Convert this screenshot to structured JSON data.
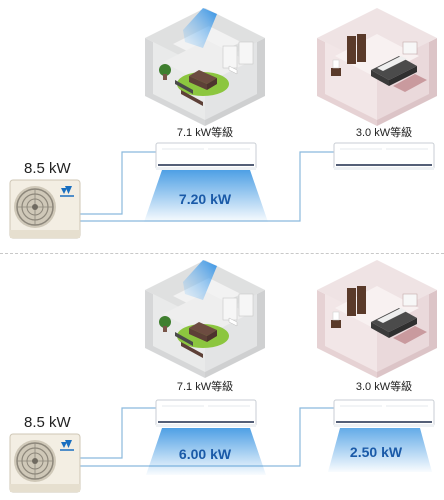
{
  "colors": {
    "pipe": "#8bb9dd",
    "airflow": "#2f8fe0",
    "flow_text": "#1a5aa8",
    "brand": "#1a6fc0"
  },
  "icons": [
    "daikin-logo-icon"
  ],
  "scenarios": [
    {
      "outdoor_capacity": "8.5 kW",
      "living_room": {
        "grade": "7.1 kW等級",
        "output": "7.20 kW"
      },
      "bedroom": {
        "grade": "3.0 kW等級",
        "output": ""
      }
    },
    {
      "outdoor_capacity": "8.5 kW",
      "living_room": {
        "grade": "7.1 kW等級",
        "output": "6.00 kW"
      },
      "bedroom": {
        "grade": "3.0 kW等級",
        "output": "2.50 kW"
      }
    }
  ]
}
